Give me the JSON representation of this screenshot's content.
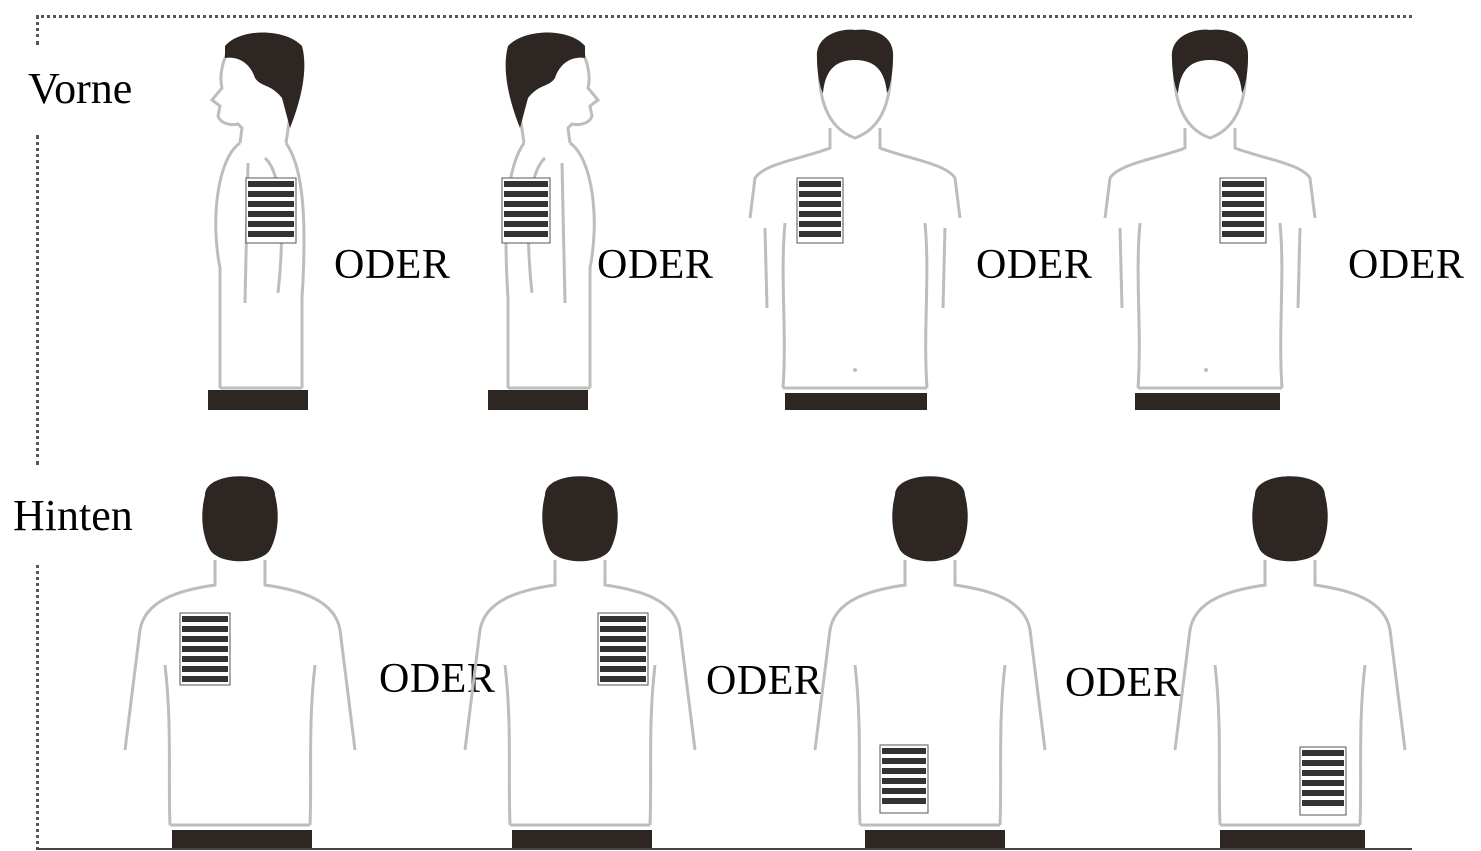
{
  "labels": {
    "front": "Vorne",
    "back": "Hinten",
    "or": "ODER"
  },
  "colors": {
    "outline": "#bdbdbd",
    "hair": "#2e2622",
    "belt": "#2e2622",
    "pad": "#333333",
    "background": "#ffffff"
  },
  "front_figures": [
    {
      "view": "side-right",
      "pad": "chest"
    },
    {
      "view": "side-left",
      "pad": "chest"
    },
    {
      "view": "front",
      "pad": "right-chest"
    },
    {
      "view": "front",
      "pad": "left-chest"
    }
  ],
  "back_figures": [
    {
      "view": "back",
      "pad": "upper-left"
    },
    {
      "view": "back",
      "pad": "upper-right"
    },
    {
      "view": "back",
      "pad": "lower-center"
    },
    {
      "view": "back",
      "pad": "lower-right"
    }
  ]
}
